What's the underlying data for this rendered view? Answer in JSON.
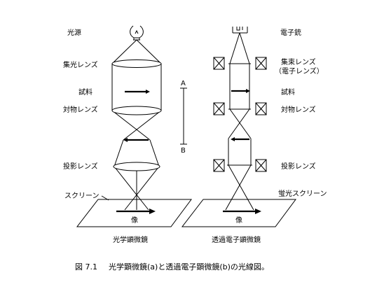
{
  "optical": {
    "source": "光源",
    "condenser": "集光レンズ",
    "specimen": "試料",
    "objective": "対物レンズ",
    "projector": "投影レンズ",
    "screen": "スクリーン",
    "image": "像",
    "title": "光学顕微鏡"
  },
  "axis": {
    "a": "A",
    "b": "B"
  },
  "electron": {
    "gun": "電子銃",
    "condenser": "集束レンズ",
    "condenser_note": "（電子レンズ）",
    "specimen": "試料",
    "objective": "対物レンズ",
    "projector": "投影レンズ",
    "screen": "蛍光スクリーン",
    "image": "像",
    "title": "透過電子顕微鏡"
  },
  "caption": {
    "number": "図 7.1",
    "text": "光学顕微鏡(a)と透過電子顕微鏡(b)の光線図。"
  }
}
